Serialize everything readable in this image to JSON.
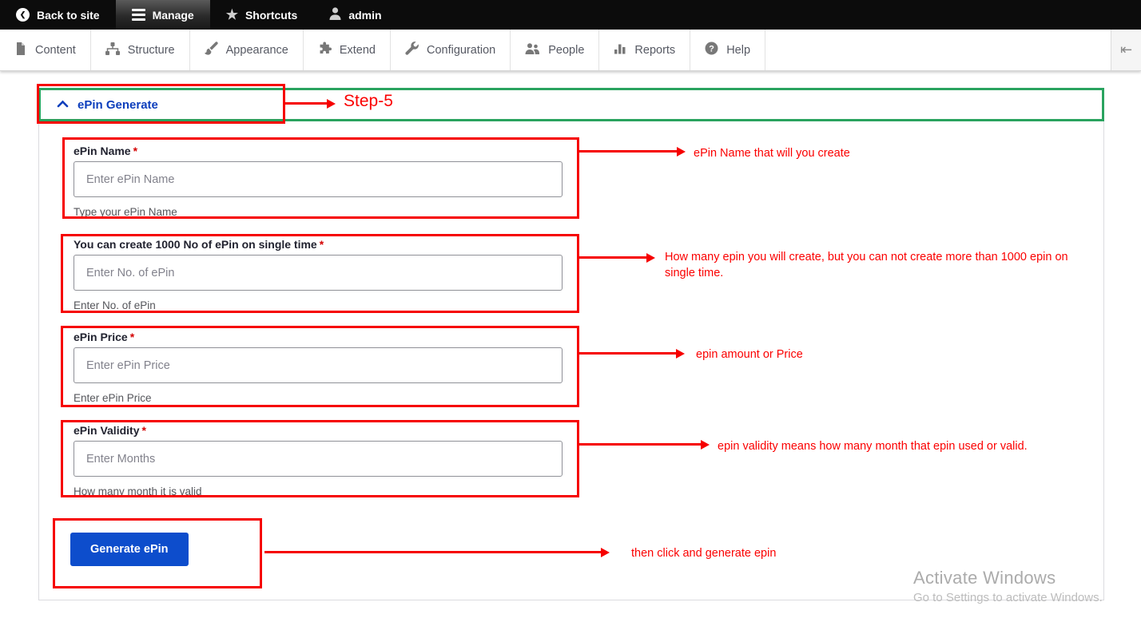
{
  "colors": {
    "annotation_red": "#f60000",
    "summary_green": "#2aa35f",
    "link_blue": "#0d3ebc",
    "button_blue": "#0d4dcc"
  },
  "admin_bar": {
    "items": [
      {
        "label": "Back to site",
        "icon": "back-icon"
      },
      {
        "label": "Manage",
        "icon": "hamburger-icon",
        "active": true
      },
      {
        "label": "Shortcuts",
        "icon": "star-icon"
      },
      {
        "label": "admin",
        "icon": "user-icon"
      }
    ]
  },
  "toolbar": {
    "items": [
      {
        "label": "Content",
        "icon": "file-icon"
      },
      {
        "label": "Structure",
        "icon": "sitemap-icon"
      },
      {
        "label": "Appearance",
        "icon": "paintbrush-icon"
      },
      {
        "label": "Extend",
        "icon": "puzzle-icon"
      },
      {
        "label": "Configuration",
        "icon": "wrench-icon"
      },
      {
        "label": "People",
        "icon": "people-icon"
      },
      {
        "label": "Reports",
        "icon": "bar-chart-icon"
      },
      {
        "label": "Help",
        "icon": "help-icon"
      }
    ],
    "tray_toggle_icon": "⇤"
  },
  "form": {
    "title": "ePin Generate",
    "fields": [
      {
        "label": "ePin Name",
        "required": true,
        "placeholder": "Enter ePin Name",
        "description": "Type your ePin Name"
      },
      {
        "label": "You can create 1000 No of ePin on single time",
        "required": true,
        "placeholder": "Enter No. of ePin",
        "description": "Enter No. of ePin"
      },
      {
        "label": "ePin Price",
        "required": true,
        "placeholder": "Enter ePin Price",
        "description": "Enter ePin Price"
      },
      {
        "label": "ePin Validity",
        "required": true,
        "placeholder": "Enter Months",
        "description": "How many month it is valid"
      }
    ],
    "submit_label": "Generate ePin"
  },
  "annotations": {
    "step_label": "Step-5",
    "field_notes": [
      "ePin Name that will you create",
      "How many epin you will create, but you can not create more than 1000 epin on single time.",
      "epin amount or Price",
      "epin validity means how many month that epin used or valid.",
      "then click and generate epin"
    ]
  },
  "watermark": {
    "title": "Activate Windows",
    "subtitle": "Go to Settings to activate Windows."
  }
}
